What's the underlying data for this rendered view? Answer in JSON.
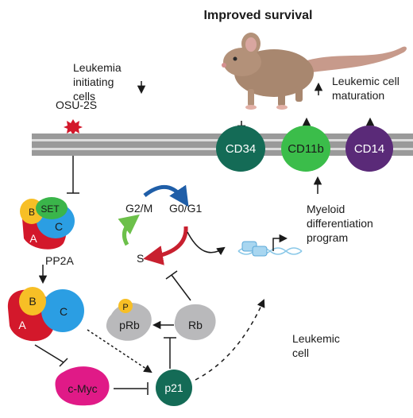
{
  "title": "Improved survival",
  "labels": {
    "drug": "OSU-2S",
    "lic_line1": "Leukemia",
    "lic_line2": "initiating",
    "lic_line3": "cells",
    "mat_line1": "Leukemic cell",
    "mat_line2": "maturation",
    "myeloid_line1": "Myeloid",
    "myeloid_line2": "differentiation",
    "myeloid_line3": "program",
    "leukemic_line1": "Leukemic",
    "leukemic_line2": "cell",
    "pp2a": "PP2A"
  },
  "markers": {
    "cd34": "CD34",
    "cd11b": "CD11b",
    "cd14": "CD14"
  },
  "complex": {
    "b": "B",
    "a": "A",
    "c": "C",
    "set": "SET"
  },
  "cycle": {
    "g2m": "G2/M",
    "g0g1": "G0/G1",
    "s": "S"
  },
  "proteins": {
    "p": "P",
    "prb": "pRb",
    "rb": "Rb",
    "p21": "p21",
    "cmyc": "c-Myc"
  },
  "colors": {
    "membrane": "#9a9a9a",
    "cd34": "#146b56",
    "cd11b": "#3bbd4a",
    "cd14": "#5a2a78",
    "subunit_a": "#d3182b",
    "subunit_b": "#f7bf26",
    "subunit_c": "#2b9ee3",
    "set": "#3ab54a",
    "cmyc": "#e01a87",
    "p21": "#146b56",
    "rb": "#b9b9bb",
    "mouse": "#a8876f",
    "g2m_arrow": "#1f5ea8",
    "g0g1_arrow": "#c8202f",
    "s_arrow": "#6cc04a",
    "osu_star": "#d3182b"
  }
}
